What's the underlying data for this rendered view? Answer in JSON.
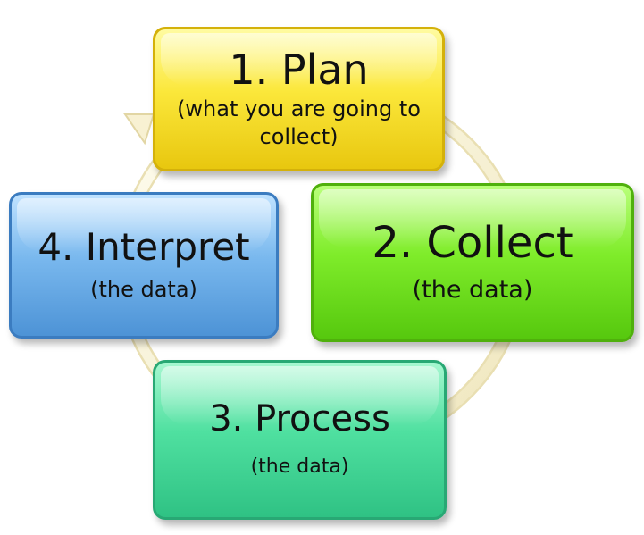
{
  "diagram": {
    "steps": [
      {
        "title": "1. Plan",
        "subtitle": "(what you are going to collect)",
        "color": "#fbe73a"
      },
      {
        "title": "2. Collect",
        "subtitle": "(the data)",
        "color": "#7fec2a"
      },
      {
        "title": "3. Process",
        "subtitle": "(the data)",
        "color": "#4fe0a0"
      },
      {
        "title": "4. Interpret",
        "subtitle": "(the data)",
        "color": "#79b8ee"
      }
    ],
    "ring_color": "#f6efc8"
  }
}
